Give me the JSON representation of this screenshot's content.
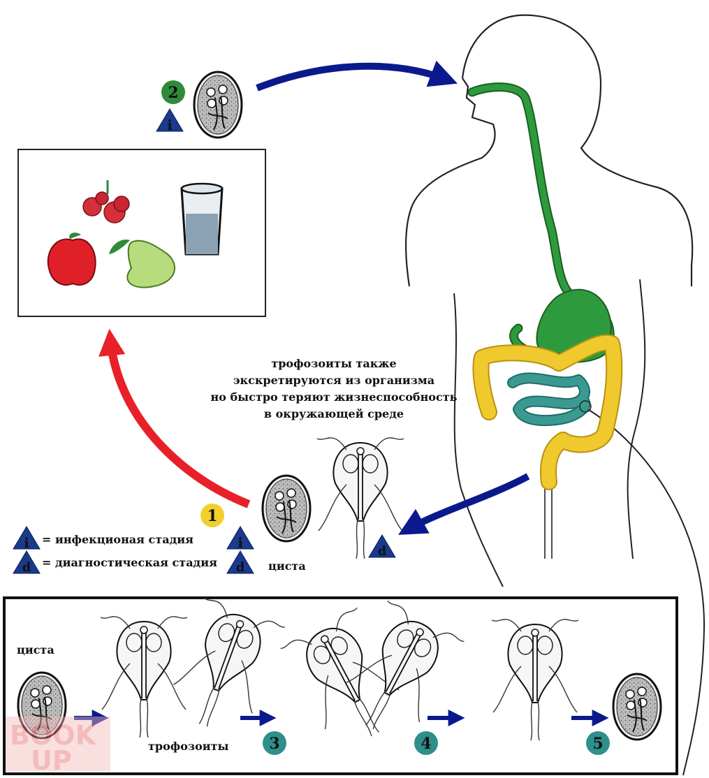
{
  "note": {
    "lines": [
      "трофозоиты также",
      "экскретируются из организма",
      "но быстро теряют жизнеспособность",
      "в окружающей среде"
    ]
  },
  "legend": {
    "infective": {
      "badge": "i",
      "text": "= инфекционая стадия"
    },
    "diagnostic": {
      "badge": "d",
      "text": "= диагностическая стадия"
    }
  },
  "stages": {
    "s1": "1",
    "s2": "2",
    "s3": "3",
    "s4": "4",
    "s5": "5"
  },
  "badges": {
    "i": "i",
    "d": "d"
  },
  "labels": {
    "cyst_main": "циста",
    "cyst_box": "циста",
    "trophozoites": "трофозоиты"
  },
  "watermark": {
    "line1": "BOOK",
    "line2": "UP"
  },
  "colors": {
    "infective_arrow": "#e8202a",
    "transmission_arrow": "#0a1a8c",
    "badge_triangle": "#1a3a8c",
    "stage_green": "#2e8b3a",
    "stage_yellow": "#f2cf2c",
    "stage_teal": "#2f8f8a",
    "gut_green": "#2e9a3e",
    "colon_yellow": "#f0c92e",
    "small_intestine_teal": "#3a9a92"
  }
}
